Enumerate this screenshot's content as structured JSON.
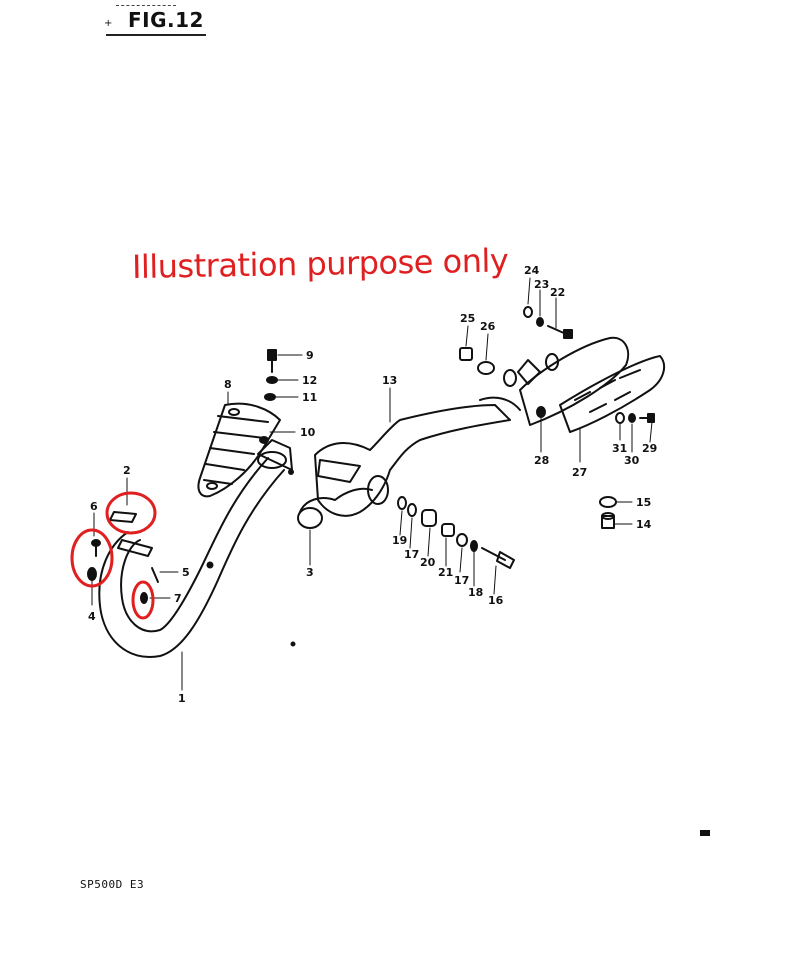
{
  "figure": {
    "title": "FIG.12",
    "watermark": "Illustration purpose only",
    "footer_code": "SP500D E3"
  },
  "colors": {
    "ink": "#111111",
    "highlight": "#e02020",
    "background": "#ffffff"
  },
  "callouts": [
    {
      "id": "1",
      "label": "1"
    },
    {
      "id": "2",
      "label": "2"
    },
    {
      "id": "3",
      "label": "3"
    },
    {
      "id": "4",
      "label": "4"
    },
    {
      "id": "5",
      "label": "5"
    },
    {
      "id": "6",
      "label": "6"
    },
    {
      "id": "7",
      "label": "7"
    },
    {
      "id": "8",
      "label": "8"
    },
    {
      "id": "9",
      "label": "9"
    },
    {
      "id": "10",
      "label": "10"
    },
    {
      "id": "11",
      "label": "11"
    },
    {
      "id": "12",
      "label": "12"
    },
    {
      "id": "13",
      "label": "13"
    },
    {
      "id": "14",
      "label": "14"
    },
    {
      "id": "15",
      "label": "15"
    },
    {
      "id": "16",
      "label": "16"
    },
    {
      "id": "17a",
      "label": "17"
    },
    {
      "id": "17b",
      "label": "17"
    },
    {
      "id": "18",
      "label": "18"
    },
    {
      "id": "19",
      "label": "19"
    },
    {
      "id": "20",
      "label": "20"
    },
    {
      "id": "21",
      "label": "21"
    },
    {
      "id": "22",
      "label": "22"
    },
    {
      "id": "23",
      "label": "23"
    },
    {
      "id": "24",
      "label": "24"
    },
    {
      "id": "25",
      "label": "25"
    },
    {
      "id": "26",
      "label": "26"
    },
    {
      "id": "27",
      "label": "27"
    },
    {
      "id": "28",
      "label": "28"
    },
    {
      "id": "29",
      "label": "29"
    },
    {
      "id": "30",
      "label": "30"
    },
    {
      "id": "31",
      "label": "31"
    }
  ],
  "highlighted_parts": [
    "2",
    "4-6",
    "7"
  ]
}
